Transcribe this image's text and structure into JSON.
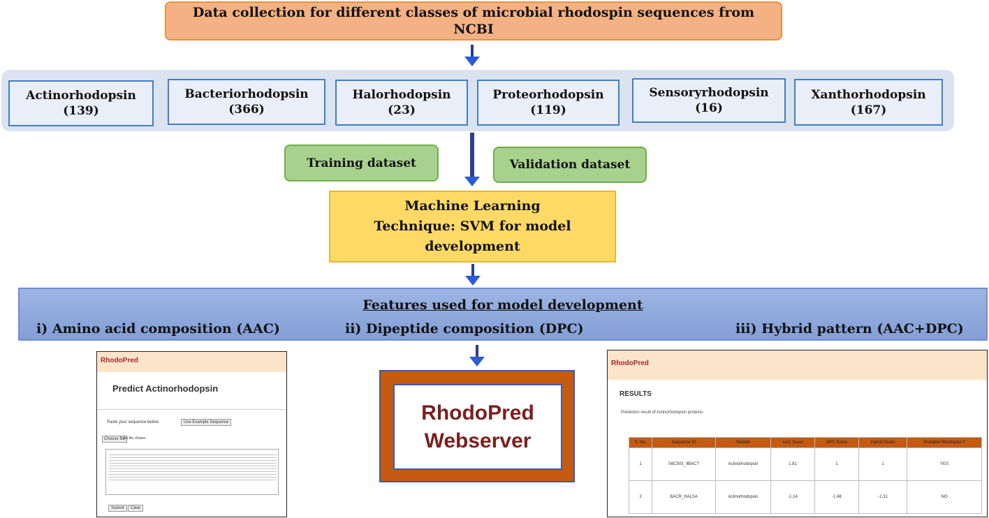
{
  "top_box": {
    "line1": "Data collection for different classes of microbial rhodospin sequences from",
    "line2": "NCBI"
  },
  "classes": [
    {
      "name": "Actinorhodopsin",
      "count": "(139)"
    },
    {
      "name": "Bacteriorhodopsin",
      "count": "(366)"
    },
    {
      "name": "Halorhodopsin",
      "count": "(23)"
    },
    {
      "name": "Proteorhodopsin",
      "count": "(119)"
    },
    {
      "name": "Sensoryrhodopsin",
      "count": "(16)"
    },
    {
      "name": "Xanthorhodopsin",
      "count": "(167)"
    }
  ],
  "datasets": {
    "training": "Training dataset",
    "validation": "Validation dataset"
  },
  "ml": {
    "line1": "Machine Learning",
    "line2": "Technique: SVM for model",
    "line3": "development"
  },
  "features": {
    "title": "Features used for model development",
    "items": [
      "i) Amino acid composition (AAC)",
      "ii) Dipeptide composition (DPC)",
      "iii) Hybrid  pattern (AAC+DPC)"
    ]
  },
  "left_screenshot": {
    "brand": "RhodoPred",
    "heading": "Predict Actinorhodopsin",
    "paste_label": "Paste your sequence below:",
    "example_button": "Use Example Sequence",
    "choose_file": "Choose file",
    "no_file": "No file chosen",
    "submit": "Submit",
    "clear": "Clear"
  },
  "webserver": {
    "line1": "RhodoPred",
    "line2": "Webserver"
  },
  "right_screenshot": {
    "brand": "RhodoPred",
    "heading": "RESULTS",
    "subtitle": "Prediction result of Actinorhodopsin proteins.",
    "columns": [
      "S. No.",
      "Sequence ID",
      "Module",
      "AAC Score",
      "DPC Score",
      "Hybrid Score",
      "Probable Rhodopsin ?"
    ],
    "rows": [
      [
        "1",
        "S6C503_9BACT",
        "Actinorhodopsin",
        "1.81",
        "1",
        "1",
        "YES"
      ],
      [
        "2",
        "BACR_HALSA",
        "Actinorhodopsin",
        "-1.14",
        "-1.48",
        "-1.31",
        "NO"
      ]
    ]
  },
  "colors": {
    "top_box": "#f4b183",
    "class_panel": "#dbe3f1",
    "class_border": "#3f7fc4",
    "green_box": "#a9d18e",
    "ml_box": "#ffd966",
    "features_bar": "#8faadc",
    "arrow": "#2c5bd6",
    "server_frame": "#c55a11",
    "brand_text": "#7b1f1f"
  }
}
